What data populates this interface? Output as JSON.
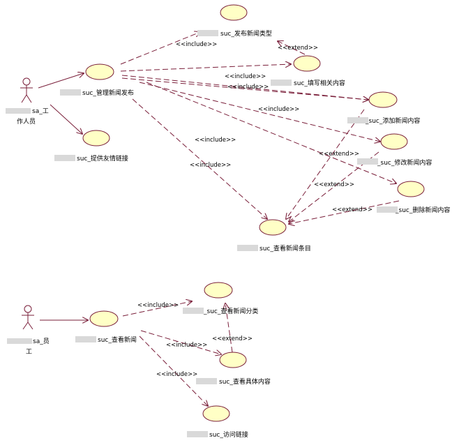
{
  "colors": {
    "line": "#7a1f3a",
    "usecase_fill": "#ffffc6",
    "usecase_stroke": "#7a1f3a",
    "actor": "#7a1f3a",
    "background": "#ffffff"
  },
  "actors": [
    {
      "id": "staff",
      "label_line1": "sa_工",
      "label_line2": "作人员"
    },
    {
      "id": "member",
      "label_line1": "sa_员",
      "label_line2": "工"
    }
  ],
  "usecases": [
    {
      "id": "unnamed-top",
      "label": ""
    },
    {
      "id": "publish-type",
      "label": "suc_发布新闻类型"
    },
    {
      "id": "fill-content",
      "label": "suc_填写相关内容"
    },
    {
      "id": "manage-publish",
      "label": "suc_管理新闻发布"
    },
    {
      "id": "provide-links",
      "label": "suc_提供友情链接"
    },
    {
      "id": "add-news",
      "label": "_suc_添加新闻内容"
    },
    {
      "id": "modify-news",
      "label": "_suc_修改新闻内容"
    },
    {
      "id": "delete-news",
      "label": "_suc_删除新闻内容"
    },
    {
      "id": "view-entries",
      "label": "suc_查看新闻条目"
    },
    {
      "id": "unnamed-bottom",
      "label": ""
    },
    {
      "id": "view-category",
      "label": "_suc_查看新闻分类"
    },
    {
      "id": "view-news",
      "label": "suc_查看新闻"
    },
    {
      "id": "view-detail",
      "label": "suc_查看具体内容"
    },
    {
      "id": "visit-links",
      "label": "suc_访问链接"
    }
  ],
  "stereotypes": {
    "include": "<<include>>",
    "extend": "<<extend>>"
  }
}
